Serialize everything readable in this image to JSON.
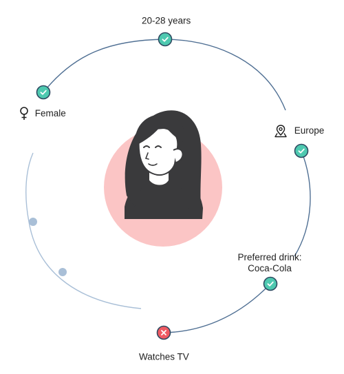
{
  "diagram": {
    "center_icon": "woman-avatar-icon",
    "attributes": [
      {
        "label": "20-28 years",
        "status": "check"
      },
      {
        "label": "Female",
        "icon": "female-symbol-icon",
        "status": "check"
      },
      {
        "label": "Europe",
        "icon": "map-pin-icon",
        "status": "check"
      },
      {
        "label_line1": "Preferred drink:",
        "label_line2": "Coca-Cola",
        "status": "check"
      },
      {
        "label": "Watches TV",
        "status": "cross"
      }
    ],
    "colors": {
      "check": "#4ec9b0",
      "cross": "#ef5a62",
      "ring_dark": "#4f6f93",
      "ring_light": "#a9bfd7",
      "avatar_bg": "#fbc5c5",
      "hair": "#3a3a3c"
    }
  }
}
